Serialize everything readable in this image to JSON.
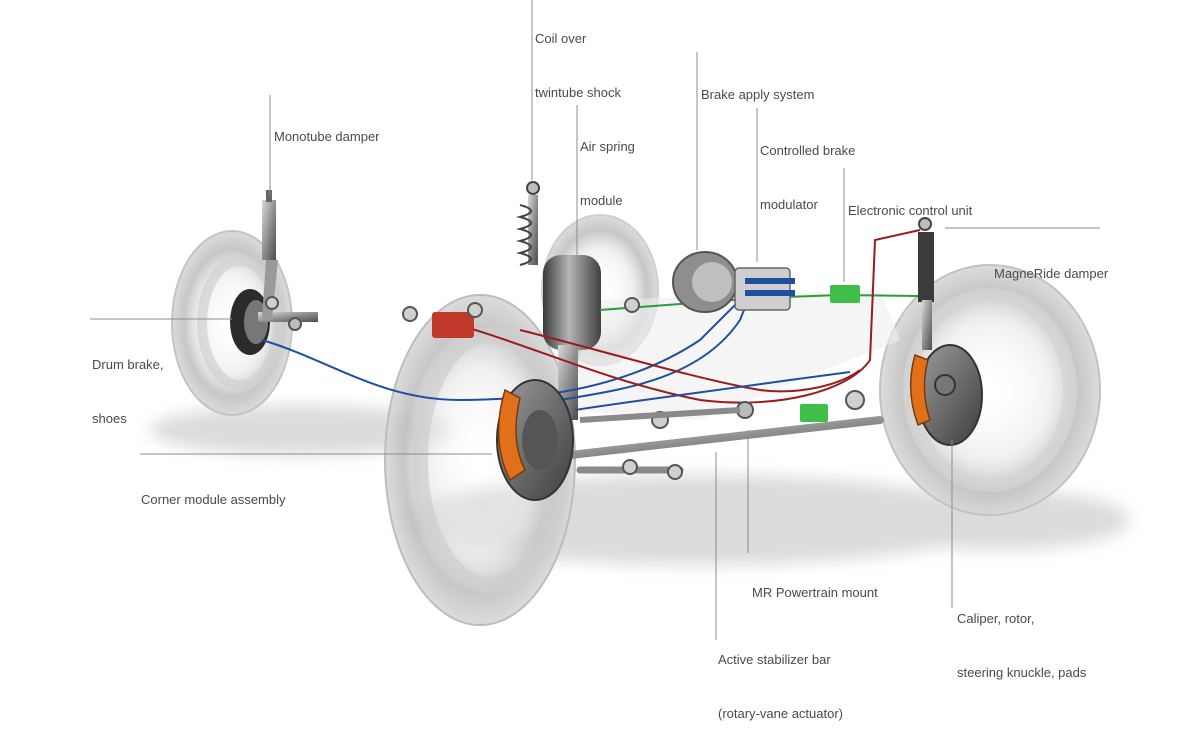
{
  "labels": {
    "coil_over": [
      "Coil over",
      "twintube shock"
    ],
    "monotube": [
      "Monotube damper"
    ],
    "brake_apply": [
      "Brake apply system"
    ],
    "air_spring": [
      "Air spring",
      "module"
    ],
    "controlled_brake": [
      "Controlled brake",
      "modulator"
    ],
    "ecu": [
      "Electronic control unit"
    ],
    "magneride": [
      "MagneRide damper"
    ],
    "drum_brake": [
      "Drum brake,",
      "shoes"
    ],
    "corner_module": [
      "Corner module assembly"
    ],
    "mr_powertrain": [
      "MR Powertrain mount"
    ],
    "caliper": [
      "Caliper, rotor,",
      "steering knuckle, pads"
    ],
    "stabilizer": [
      "Active stabilizer bar",
      "(rotary-vane actuator)"
    ]
  },
  "colors": {
    "background": "#ffffff",
    "label_text": "#4a4a4a",
    "leader_line": "#8c8c8c",
    "tire": "#c9c9c9",
    "metal": "#8a8a8a",
    "caliper_orange": "#e0701a",
    "module_red": "#c0392b",
    "module_green": "#3fbf4a",
    "brake_line_blue": "#1f4fa0",
    "brake_line_red": "#9b1c1c",
    "brake_line_green": "#2f9a3a"
  }
}
